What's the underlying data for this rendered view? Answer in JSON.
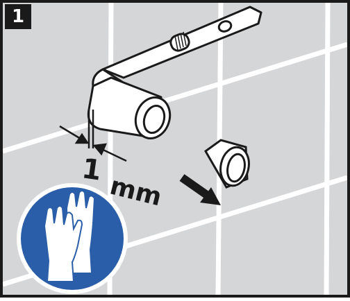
{
  "step": {
    "number": "1"
  },
  "dimension": {
    "value": "1",
    "unit": "mm"
  },
  "colors": {
    "tile_bg": "#d5d6d8",
    "grout": "#ffffff",
    "outline": "#1a1a1a",
    "safety_blue": "#2a5ea8",
    "badge_bg": "#1a1a1a"
  },
  "icons": {
    "safety_sign": "protective-gloves-icon",
    "direction_arrow": "arrow-down-right-icon"
  }
}
